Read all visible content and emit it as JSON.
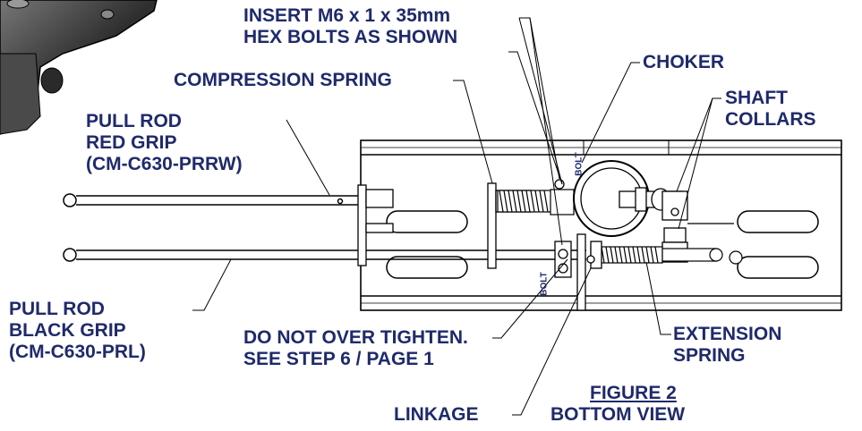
{
  "labels": {
    "insert_bolts": [
      "INSERT M6 x 1 x 35mm",
      "HEX BOLTS AS SHOWN"
    ],
    "compression_spring": "COMPRESSION SPRING",
    "choker": "CHOKER",
    "shaft_collars": [
      "SHAFT",
      "COLLARS"
    ],
    "pull_rod_red": [
      "PULL ROD",
      "RED GRIP",
      "(CM-C630-PRRW)"
    ],
    "pull_rod_black": [
      "PULL ROD",
      "BLACK GRIP",
      "(CM-C630-PRL)"
    ],
    "do_not_over_tighten": [
      "DO NOT OVER TIGHTEN.",
      "SEE STEP 6 / PAGE 1"
    ],
    "extension_spring": [
      "EXTENSION",
      "SPRING"
    ],
    "linkage": "LINKAGE",
    "figure_number": "FIGURE 2",
    "figure_caption": "BOTTOM VIEW",
    "bolt_upper": "BOLT",
    "bolt_lower": "BOLT"
  },
  "colors": {
    "label_text": "#1f2a6b",
    "line": "#000000",
    "housing_dark": "#3a3a3a"
  }
}
